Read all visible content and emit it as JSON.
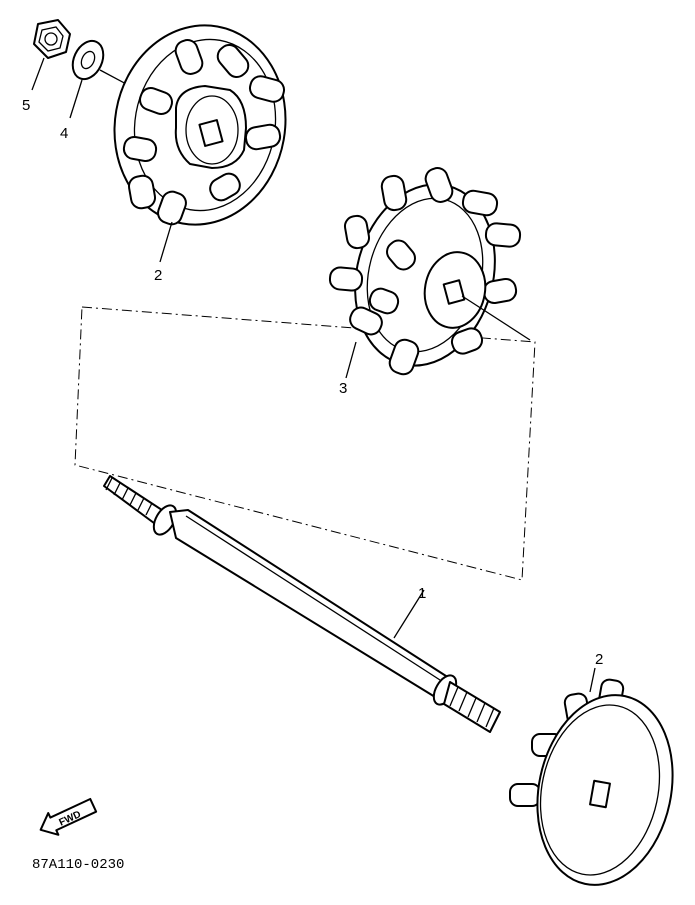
{
  "callouts": [
    {
      "id": "nut",
      "text": "5"
    },
    {
      "id": "washer",
      "text": "4"
    },
    {
      "id": "sprocket-upper",
      "text": "2"
    },
    {
      "id": "sprocket-middle",
      "text": "3"
    },
    {
      "id": "shaft",
      "text": "1"
    },
    {
      "id": "sprocket-lower",
      "text": "2"
    }
  ],
  "fwd_label": "FWD",
  "drawing_code": "87A110-0230"
}
